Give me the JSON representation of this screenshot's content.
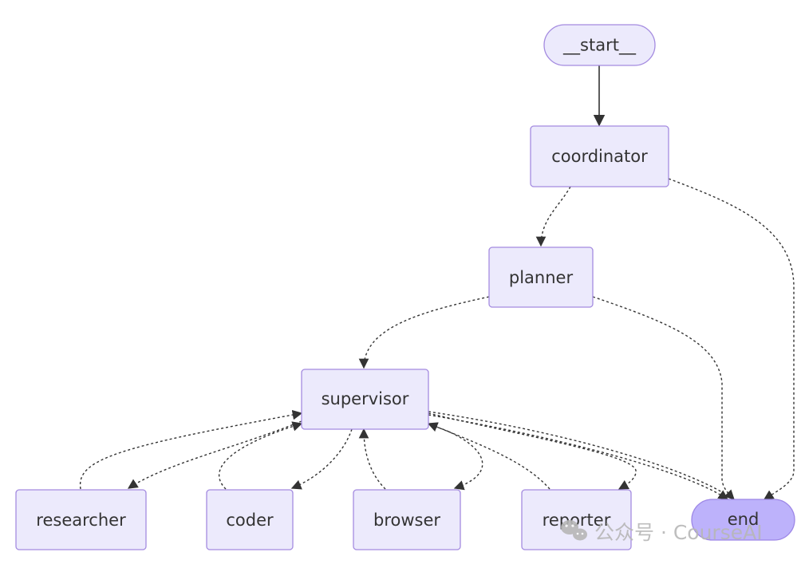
{
  "nodes": {
    "start": "__start__",
    "coordinator": "coordinator",
    "planner": "planner",
    "supervisor": "supervisor",
    "researcher": "researcher",
    "coder": "coder",
    "browser": "browser",
    "reporter": "reporter",
    "end": "end"
  },
  "edges": [
    {
      "from": "start",
      "to": "coordinator",
      "style": "solid"
    },
    {
      "from": "coordinator",
      "to": "planner",
      "style": "dotted"
    },
    {
      "from": "coordinator",
      "to": "end",
      "style": "dotted"
    },
    {
      "from": "planner",
      "to": "supervisor",
      "style": "dotted"
    },
    {
      "from": "planner",
      "to": "end",
      "style": "dotted"
    },
    {
      "from": "supervisor",
      "to": "researcher",
      "style": "dotted"
    },
    {
      "from": "supervisor",
      "to": "coder",
      "style": "dotted"
    },
    {
      "from": "supervisor",
      "to": "browser",
      "style": "dotted"
    },
    {
      "from": "supervisor",
      "to": "reporter",
      "style": "dotted"
    },
    {
      "from": "supervisor",
      "to": "end",
      "style": "dotted"
    },
    {
      "from": "researcher",
      "to": "supervisor",
      "style": "dotted"
    },
    {
      "from": "coder",
      "to": "supervisor",
      "style": "dotted"
    },
    {
      "from": "browser",
      "to": "supervisor",
      "style": "dotted"
    },
    {
      "from": "reporter",
      "to": "supervisor",
      "style": "dotted"
    }
  ],
  "colors": {
    "node_fill": "#ECEAFC",
    "node_border": "#A48BE0",
    "end_fill": "#BDB2FB",
    "edge": "#333333"
  },
  "watermark": {
    "icon": "wechat-icon",
    "text": "公众号 · CourseAI"
  }
}
